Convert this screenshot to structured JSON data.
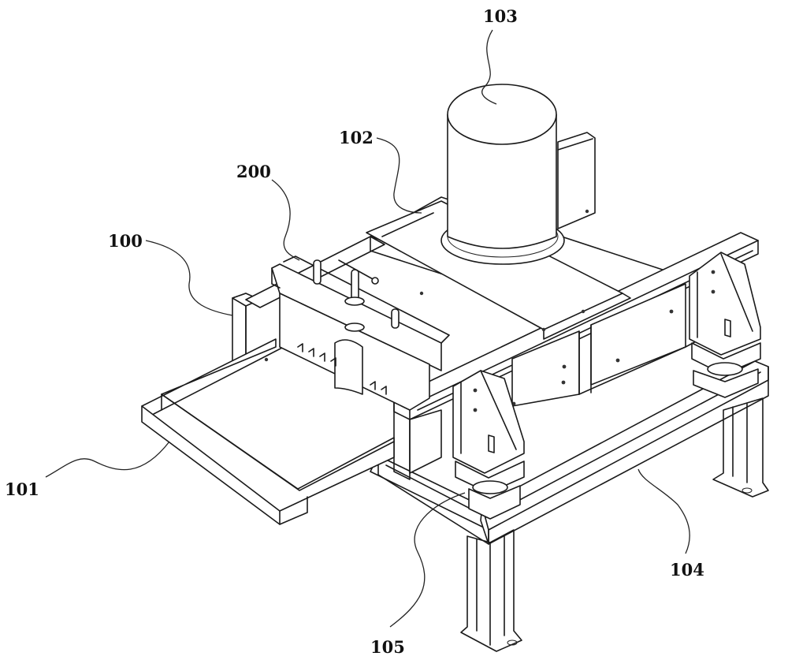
{
  "figure": {
    "type": "patent-isometric-line-drawing",
    "colors": {
      "line": "#1a1a1a",
      "background": "#ffffff"
    },
    "labels": [
      {
        "id": "103",
        "text": "103",
        "refers_to": "cylindrical-motor"
      },
      {
        "id": "102",
        "text": "102",
        "refers_to": "mounting-plate"
      },
      {
        "id": "200",
        "text": "200",
        "refers_to": "clamp-assembly"
      },
      {
        "id": "100",
        "text": "100",
        "refers_to": "main-frame"
      },
      {
        "id": "101",
        "text": "101",
        "refers_to": "discharge-tray"
      },
      {
        "id": "104",
        "text": "104",
        "refers_to": "base-stand"
      },
      {
        "id": "105",
        "text": "105",
        "refers_to": "damping-mount"
      }
    ]
  }
}
